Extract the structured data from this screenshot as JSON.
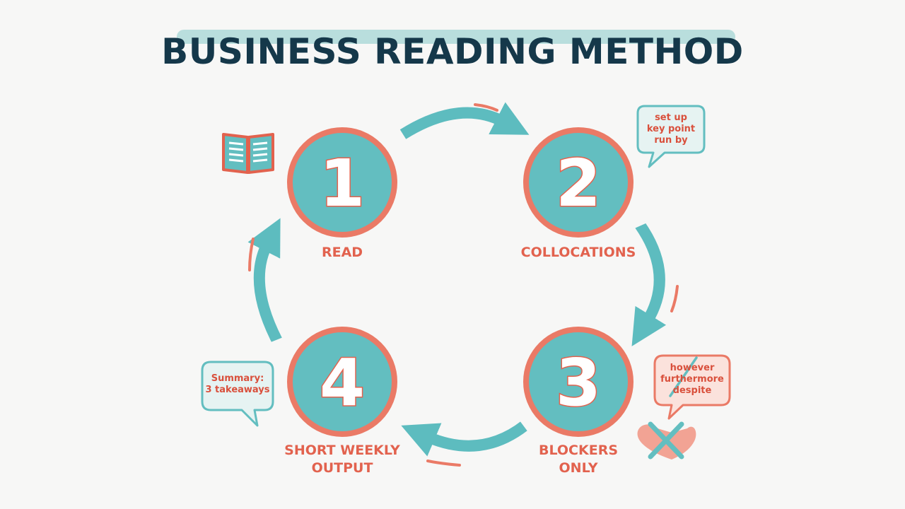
{
  "title": "BUSINESS READING METHOD",
  "colors": {
    "teal": "#63bec0",
    "teal_arrow": "#5dbcbf",
    "coral": "#ea7a66",
    "navy": "#15384a",
    "highlight": "#b9dedd"
  },
  "steps": [
    {
      "number": "1",
      "label": "READ",
      "icon": "open-book-icon"
    },
    {
      "number": "2",
      "label": "COLLOCATIONS",
      "bubble": [
        "set up",
        "key point",
        "run by"
      ]
    },
    {
      "number": "3",
      "label_lines": [
        "BLOCKERS",
        "ONLY"
      ],
      "bubble": [
        "however",
        "furthermore",
        "despite"
      ],
      "icon": "crossed-out-heart-icon"
    },
    {
      "number": "4",
      "label_lines": [
        "SHORT WEEKLY",
        "OUTPUT"
      ],
      "bubble": [
        "Summary:",
        "3 takeaways"
      ]
    }
  ]
}
